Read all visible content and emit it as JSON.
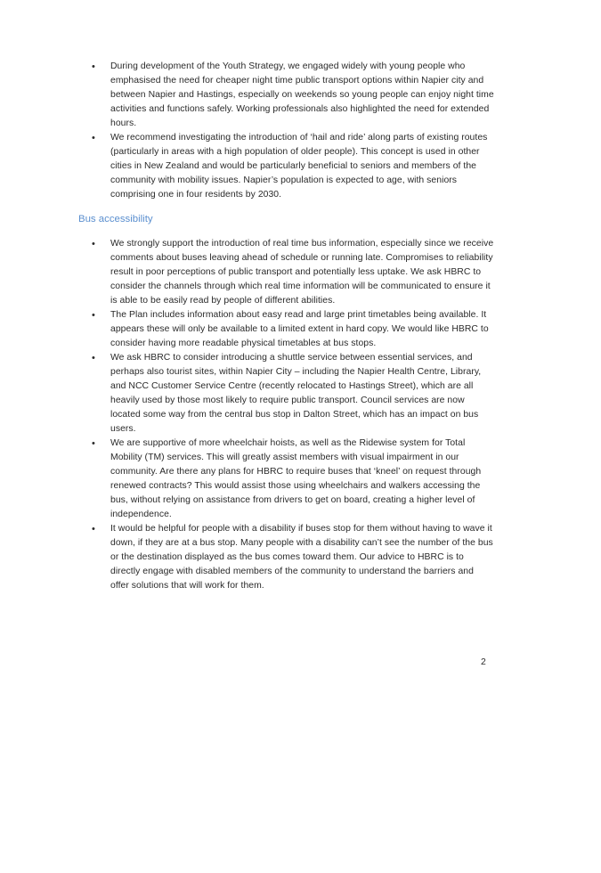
{
  "section_1": {
    "items": [
      "During development of the Youth Strategy, we engaged widely with young people who emphasised the need for cheaper night time public transport options within Napier city and between Napier and Hastings, especially on weekends so young people can enjoy night time activities and functions safely. Working professionals also highlighted the need for extended hours.",
      "We recommend investigating the introduction of ‘hail and ride’ along parts of existing routes (particularly in areas with a high population of older people). This concept is used in other cities in New Zealand and would be particularly beneficial to seniors and members of the community with mobility issues. Napier’s population is expected to age, with seniors comprising one in four residents by 2030."
    ]
  },
  "section_2": {
    "heading": "Bus accessibility",
    "items": [
      "We strongly support the introduction of real time bus information, especially since we receive comments about buses leaving ahead of schedule or running late. Compromises to reliability result in poor perceptions of public transport and potentially less uptake.  We ask HBRC to consider the channels through which real time information will be communicated to ensure it is able to be easily read by people of different abilities.",
      "The Plan includes information about easy read and large print timetables being available. It appears these will only be available to a limited extent in hard copy. We would like HBRC to consider having more readable physical timetables at bus stops.",
      "We ask HBRC to consider introducing a shuttle service between essential services, and perhaps also tourist sites, within Napier City – including the Napier Health Centre, Library, and NCC Customer Service Centre (recently relocated to Hastings Street), which are all heavily used by those most likely to require public transport. Council services are now located some way from the central bus stop in Dalton Street, which has an impact on bus users.",
      "We are supportive of more wheelchair hoists, as well as the Ridewise system for Total Mobility (TM) services. This will greatly assist members with visual impairment in our community. Are there any plans for HBRC to require buses that ‘kneel’ on request through renewed contracts? This would assist those using wheelchairs and walkers accessing the bus, without relying on assistance from drivers to get on board, creating a higher level of independence.",
      "It would be helpful for people with a disability if buses stop for them without having to wave it down, if they are at a bus stop. Many people with a disability can’t see the number of the bus or the destination displayed as the bus comes toward them. Our advice to HBRC is to directly engage with disabled members of the community to understand the barriers and offer solutions that will work for them."
    ]
  },
  "bullet_glyph": "•",
  "page_number": "2"
}
